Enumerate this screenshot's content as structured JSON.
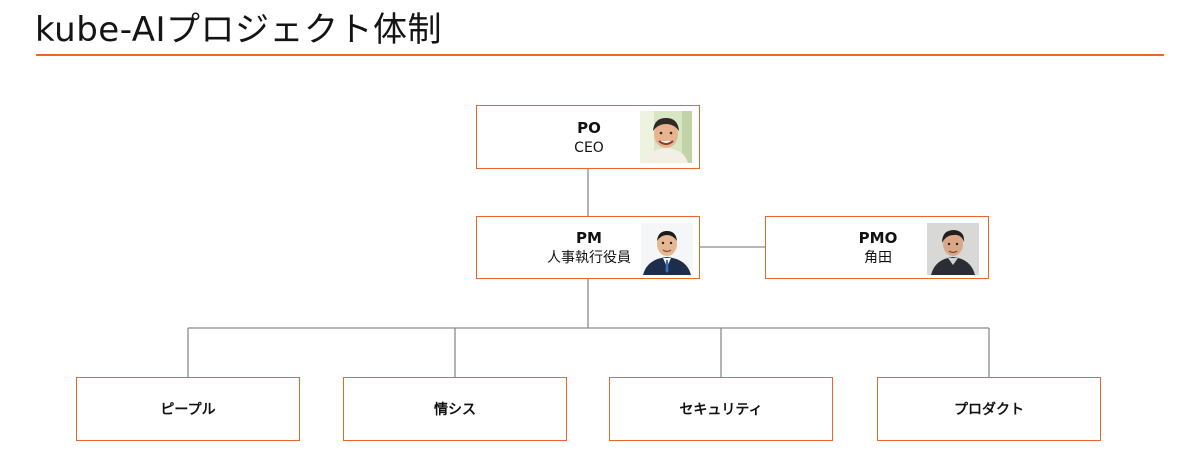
{
  "slide": {
    "title": "kube-AIプロジェクト体制"
  },
  "colors": {
    "accent": "#e8672a",
    "connector": "#8a8a8a"
  },
  "org": {
    "po": {
      "role": "PO",
      "title": "CEO",
      "photo_icon": "person-photo-icon"
    },
    "pm": {
      "role": "PM",
      "title": "人事執行役員",
      "photo_icon": "person-photo-icon"
    },
    "pmo": {
      "role": "PMO",
      "title": "角田",
      "photo_icon": "person-photo-icon"
    },
    "teams": [
      {
        "label": "ピープル"
      },
      {
        "label": "情シス"
      },
      {
        "label": "セキュリティ"
      },
      {
        "label": "プロダクト"
      }
    ]
  }
}
